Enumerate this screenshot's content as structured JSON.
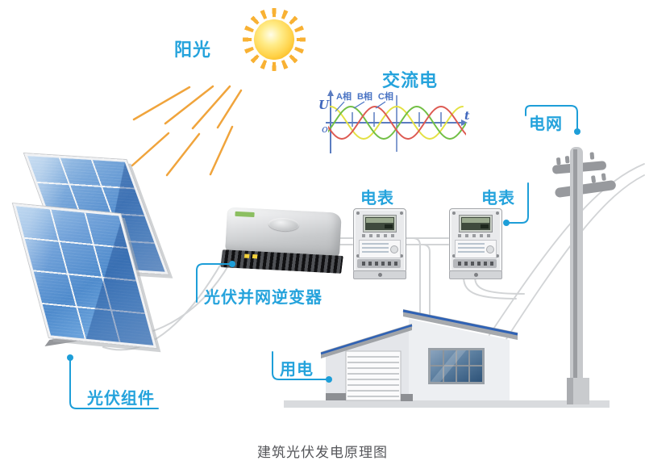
{
  "caption": "建筑光伏发电原理图",
  "labels": {
    "sunlight": "阳光",
    "pv_module": "光伏组件",
    "inverter": "光伏并网逆变器",
    "meter_left": "电表",
    "meter_right": "电表",
    "power_grid": "电网",
    "power_use": "用电"
  },
  "chart_data": {
    "type": "line",
    "title": "交流电",
    "xlabel": "t",
    "ylabel": "U",
    "origin_label": "o",
    "x_range_periods": 2,
    "amplitude": 1,
    "grid": false,
    "legend_position": "top-left",
    "series": [
      {
        "name": "A相",
        "waveform": "sine",
        "phase_deg": 0,
        "color": "#e3e143"
      },
      {
        "name": "B相",
        "waveform": "sine",
        "phase_deg": 120,
        "color": "#72bf44"
      },
      {
        "name": "C相",
        "waveform": "sine",
        "phase_deg": 240,
        "color": "#dd5a52"
      }
    ]
  },
  "colors": {
    "label_blue": "#25a3dc",
    "leader_blue": "#1d9ed8",
    "axis_blue": "#5b7cc0",
    "phase_label_blue": "#4a74c4",
    "roof_stripe_blue": "#2f62b5",
    "sun_orange": "#f7a600",
    "ray_orange": "#f8b133",
    "panel_blue": "#4a86c8",
    "wire_gray": "#d2d4d6",
    "caption_gray": "#55565a"
  }
}
